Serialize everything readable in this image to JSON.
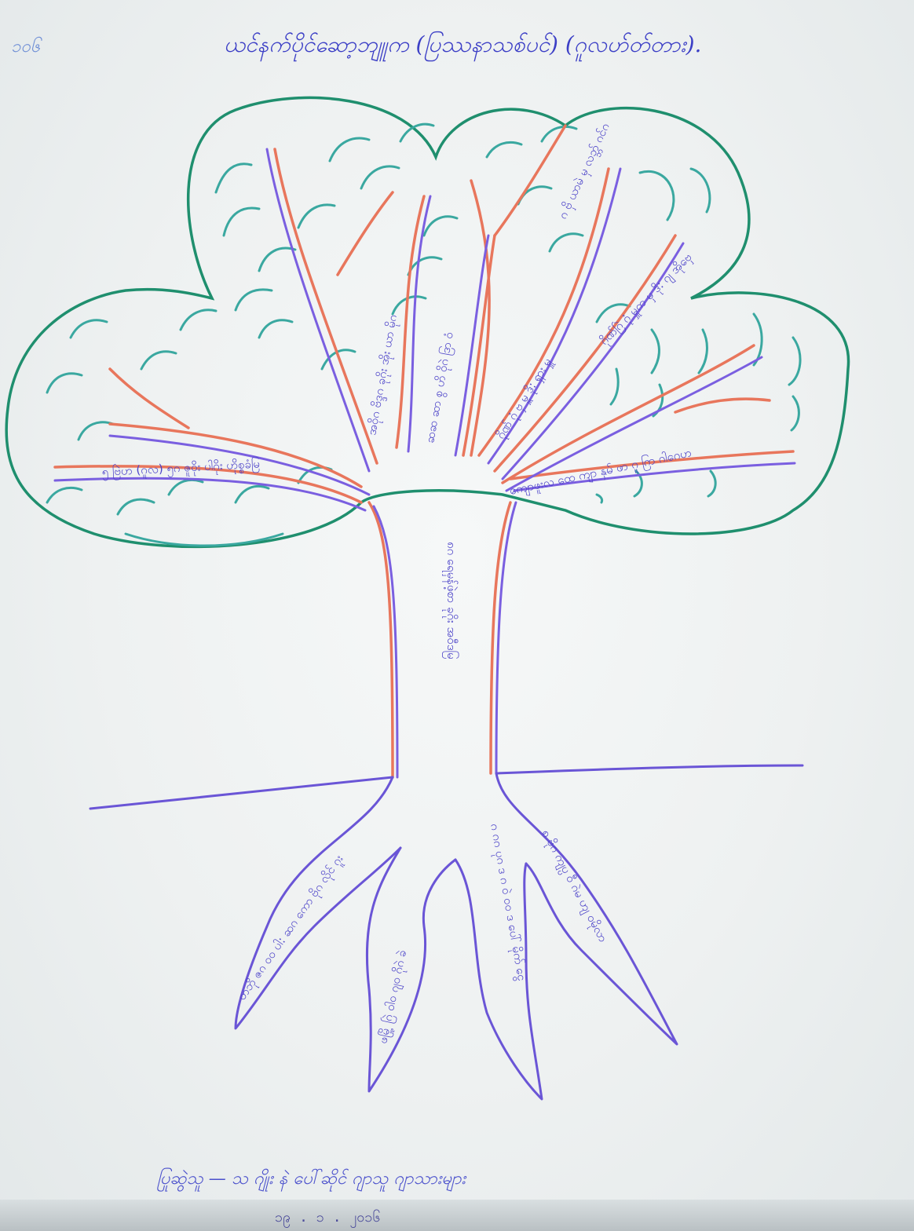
{
  "page_number": "၁၀၆",
  "title": "ယင်နက်ပိုင်ဆော့ဘျူက (ပြဿနာသစ်ပင်) (ဂူလဟ်တ်တား).",
  "tree": {
    "trunk": "၈ဂ ရေမှန်ဖဲ့စာ ခုဂိုး အဝီဒမြ",
    "branches": [
      "၅ ဗြဲဟ (ဂူလ)  ၅ဂ ဇူဝိုး ပါဂိုး ဟိုစ္စခံမြ",
      "အဝိုဂ ဗိဒ္ဒဂ ခုဂိုး အိုး ယာ မိုဂ",
      "ဆဆ ဆာ စွ ဟိ ဝိုဂဲ ဒြာ ဝံ",
      "ဂ ဗှိ ယာမဲ မှ လဘ္ဘ် ဂင်ဂ",
      "ဂိုဏ် ဂုံ ဗှ မှူ ဒို: ရှား မှူ",
      "ဂိုဏ်ဂြဲ ဂုံ မှူဂာ မှ ဒို: ဂျ အိုဗှေ",
      "ကျောဖူးလ ထေ ကျာ နှမ် ဖာ ဂူ ဂြာ ဂါဂေဟ"
    ],
    "roots": [
      "တဘို ဇဂ ဝဝ ပါ: ဆဂ ကော ဗိုဂ လိုင် ဂူး",
      "ဖမြို့ ဂြဲ ဝါဝ ဂျဝ ဂိုဂဲ ခဲ",
      "ဂ ဂဂ ပုဂ ဒ ဂ ဝဲ ဝဝ ဒ ပေါ် မိုက် ငွေ",
      "၈ ဗိုဂ ကျပ္ပ ဝီ ဂဲမ ဟျ ဝမိုလာ"
    ]
  },
  "footer": {
    "note": "ပြုဆွဲသူ — သ ဂျိုး နဲ ပေါ်ဆိုင် ဂျာသူ ဂျာသားများ",
    "date": "၁၉ . ၁ . ၂၀၁၆"
  },
  "colors": {
    "canopy_outline": "#1f8f6e",
    "canopy_strokes": "#3aa8a0",
    "trunk_outline": "#6a55d6",
    "branch_accent": "#e8765c",
    "ground_line": "#6a55d6",
    "ink": "#4a4fd0"
  }
}
